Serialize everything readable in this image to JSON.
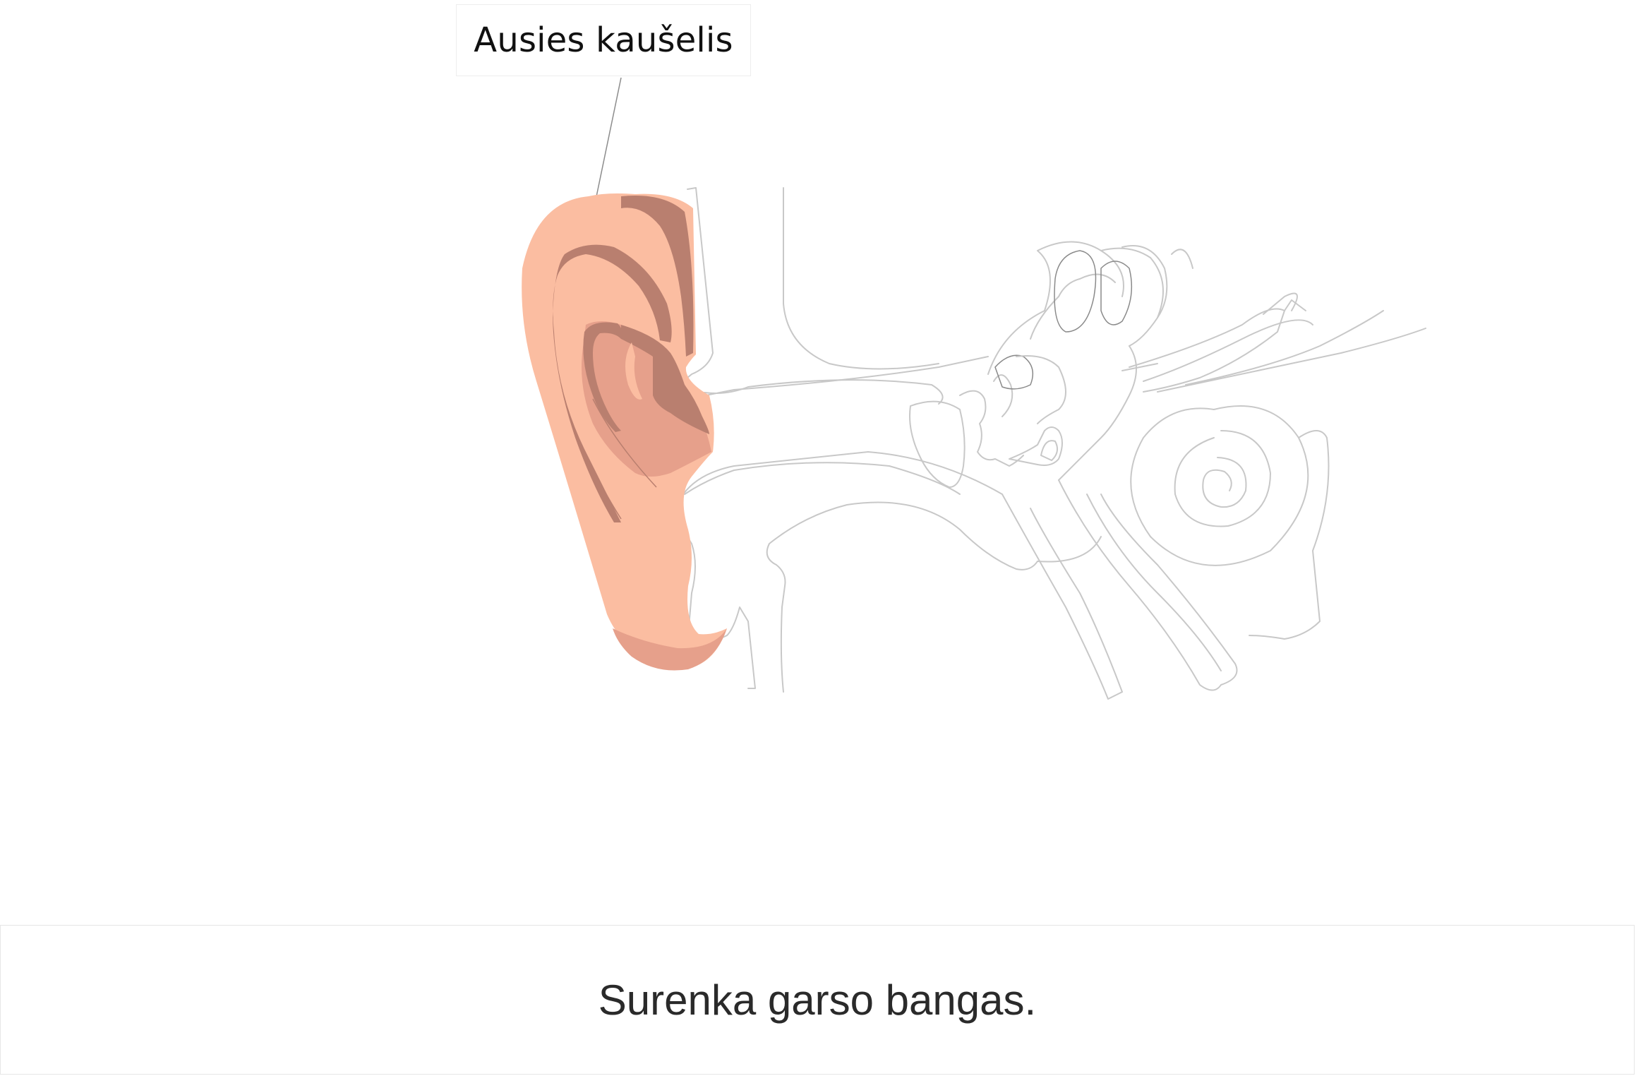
{
  "label": {
    "text": "Ausies kaušelis"
  },
  "caption": {
    "text": "Surenka garso bangas."
  },
  "icons": [
    "ear-illustration",
    "auricle",
    "ear-canal",
    "eardrum",
    "ossicles",
    "semicircular-canals",
    "cochlea",
    "eustachian-tube"
  ],
  "colors": {
    "auricle_light": "#fbbda1",
    "auricle_mid": "#e6a08b",
    "auricle_dark": "#b97f6f",
    "outline": "#c8c8c8",
    "panel_border": "#e6e6e6"
  }
}
